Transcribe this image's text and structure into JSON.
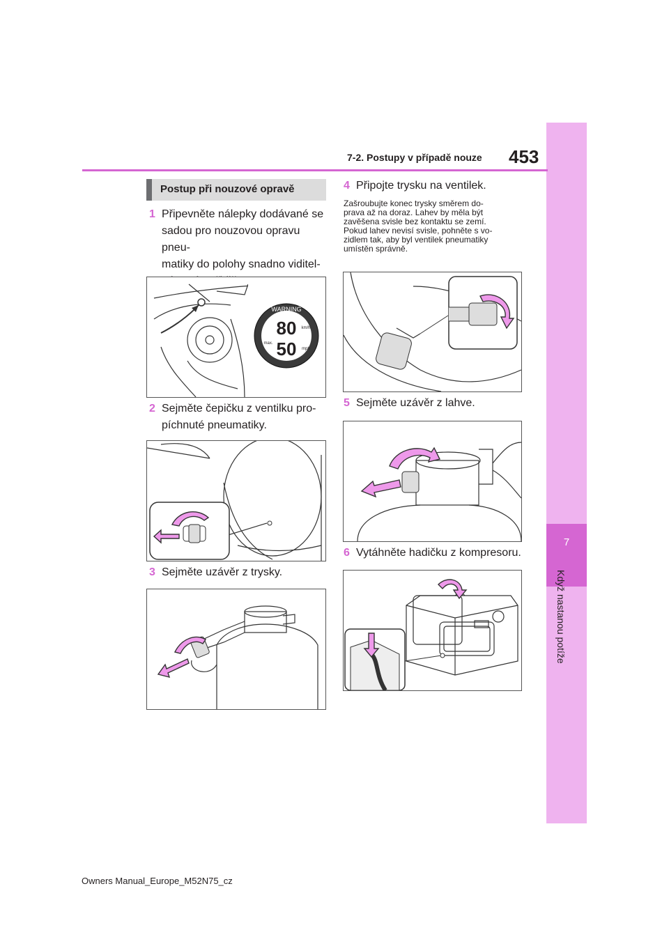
{
  "header": {
    "section": "7-2. Postupy v případě nouze",
    "page_number": "453"
  },
  "side_tab": {
    "chapter_number": "7",
    "chapter_label": "Když nastanou potíže"
  },
  "heading": "Postup při nouzové opravě",
  "steps": [
    {
      "number": "1",
      "lines": [
        "Připevněte nálepky dodávané se",
        "sadou pro nouzovou opravu pneu-",
        "matiky do polohy snadno viditel-",
        "né z místa řidiče."
      ]
    },
    {
      "number": "2",
      "lines": [
        "Sejměte čepičku z ventilku pro-",
        "píchnuté pneumatiky."
      ]
    },
    {
      "number": "3",
      "lines": [
        "Sejměte uzávěr z trysky."
      ]
    },
    {
      "number": "4",
      "lines": [
        "Připojte trysku na ventilek."
      ]
    },
    {
      "number": "5",
      "lines": [
        "Sejměte uzávěr z lahve."
      ]
    },
    {
      "number": "6",
      "lines": [
        "Vytáhněte hadičku z kompresoru."
      ]
    }
  ],
  "step4_note": [
    "Zašroubujte konec trysky směrem do-",
    "prava až na doraz. Lahev by měla být",
    "zavěšena svisle bez kontaktu se zemí.",
    "Pokud lahev nevisí svisle, pohněte s vo-",
    "zidlem tak, aby byl ventilek pneumatiky",
    "umístěn správně."
  ],
  "sticker": {
    "warning": "WARNING",
    "speed_kmh": "80",
    "speed_mph": "50",
    "unit_kmh": "km/h",
    "unit_mph": "mph",
    "max": "max."
  },
  "footer": "Owners Manual_Europe_M52N75_cz",
  "colors": {
    "accent": "#d566d2",
    "tab": "#efb3ef",
    "arrow": "#ee99ea"
  }
}
